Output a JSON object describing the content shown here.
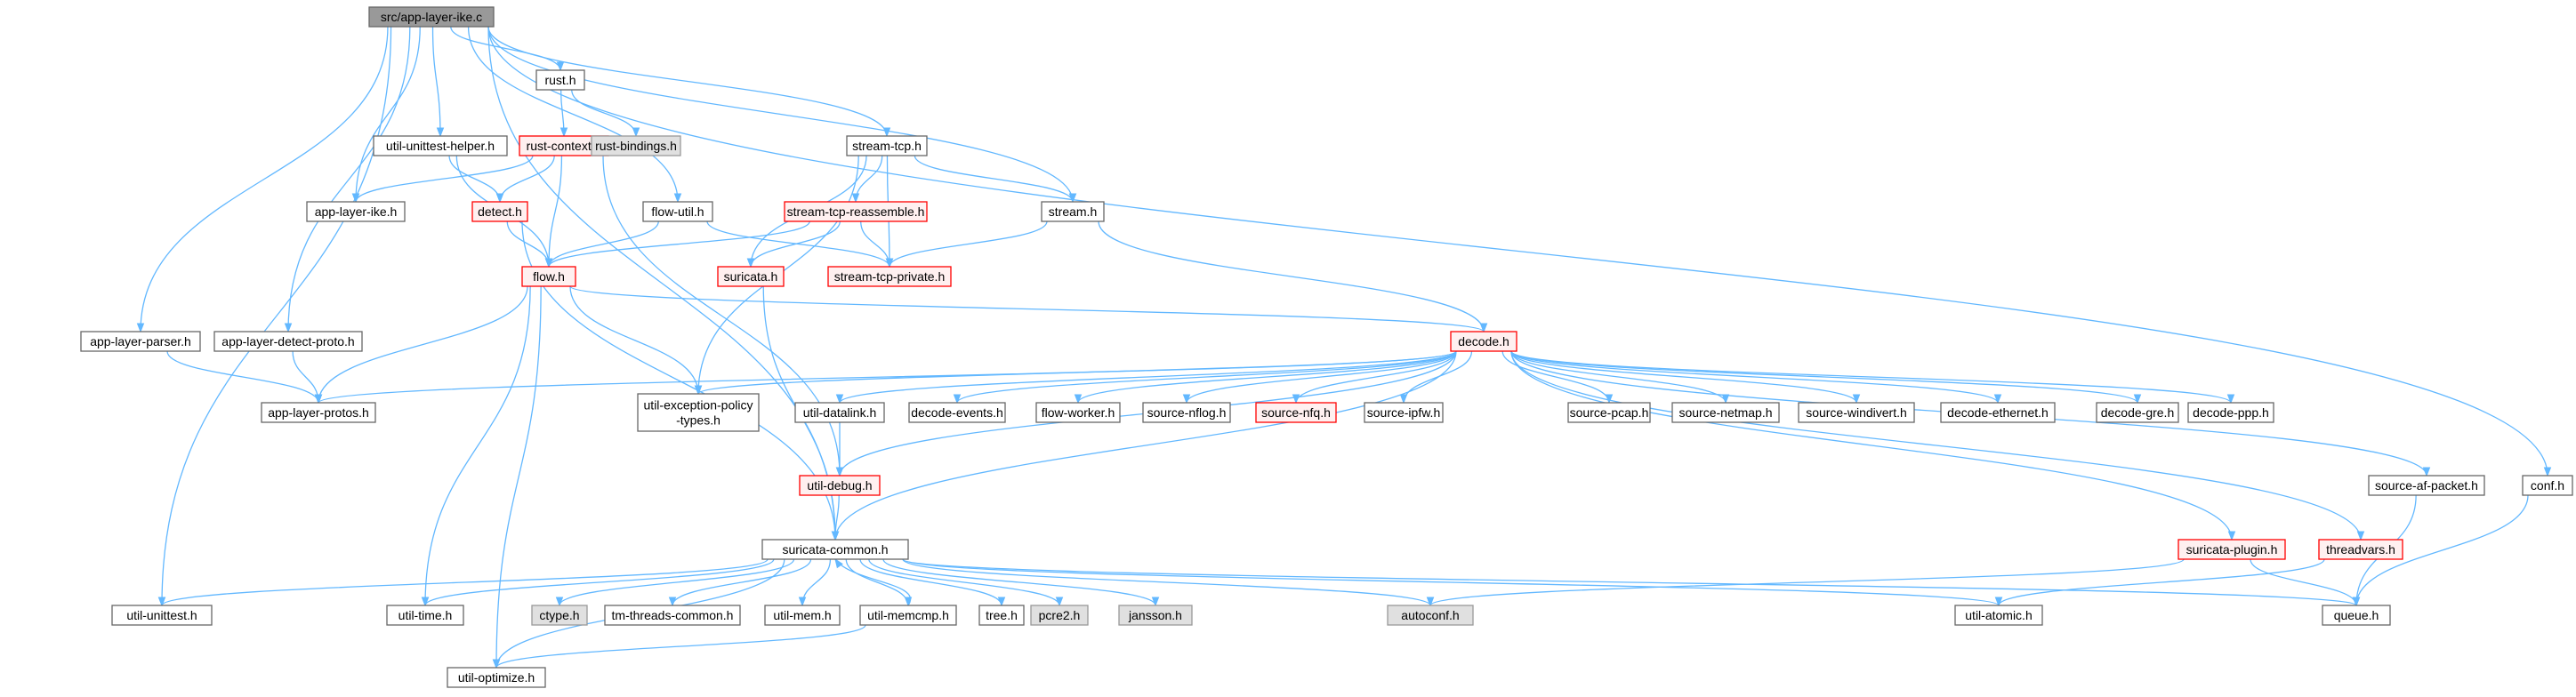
{
  "diagram": {
    "type": "include-dependency-graph",
    "colors": {
      "edge": "#63b8ff",
      "node_stroke": "#666666",
      "node_fill": "#ffffff",
      "root_fill": "#999999",
      "system_fill": "#e0e0e0",
      "highlight_stroke": "#ff0000",
      "highlight_fill": "#fff0f0"
    },
    "nodes": [
      {
        "id": "root",
        "label": "src/app-layer-ike.c",
        "kind": "root"
      },
      {
        "id": "rust",
        "label": "rust.h",
        "kind": "normal"
      },
      {
        "id": "unittesthelper",
        "label": "util-unittest-helper.h",
        "kind": "normal"
      },
      {
        "id": "rustcontext",
        "label": "rust-context.h",
        "kind": "highlight"
      },
      {
        "id": "rustbindings",
        "label": "rust-bindings.h",
        "kind": "system"
      },
      {
        "id": "streamtcp",
        "label": "stream-tcp.h",
        "kind": "normal"
      },
      {
        "id": "applayerike",
        "label": "app-layer-ike.h",
        "kind": "normal"
      },
      {
        "id": "detect",
        "label": "detect.h",
        "kind": "highlight"
      },
      {
        "id": "flowutil",
        "label": "flow-util.h",
        "kind": "normal"
      },
      {
        "id": "stcpreasm",
        "label": "stream-tcp-reassemble.h",
        "kind": "highlight"
      },
      {
        "id": "stream",
        "label": "stream.h",
        "kind": "normal"
      },
      {
        "id": "flow",
        "label": "flow.h",
        "kind": "highlight"
      },
      {
        "id": "suricata",
        "label": "suricata.h",
        "kind": "highlight"
      },
      {
        "id": "stcpprivate",
        "label": "stream-tcp-private.h",
        "kind": "highlight"
      },
      {
        "id": "applayerparser",
        "label": "app-layer-parser.h",
        "kind": "normal"
      },
      {
        "id": "applayerdetect",
        "label": "app-layer-detect-proto.h",
        "kind": "normal"
      },
      {
        "id": "decode",
        "label": "decode.h",
        "kind": "highlight"
      },
      {
        "id": "applayerprotos",
        "label": "app-layer-protos.h",
        "kind": "normal"
      },
      {
        "id": "utilexception",
        "label": [
          "util-exception-policy",
          "-types.h"
        ],
        "kind": "normal"
      },
      {
        "id": "utildatalink",
        "label": "util-datalink.h",
        "kind": "normal"
      },
      {
        "id": "decodeevents",
        "label": "decode-events.h",
        "kind": "normal"
      },
      {
        "id": "flowworker",
        "label": "flow-worker.h",
        "kind": "normal"
      },
      {
        "id": "sourcenflog",
        "label": "source-nflog.h",
        "kind": "normal"
      },
      {
        "id": "sourcenfq",
        "label": "source-nfq.h",
        "kind": "highlight"
      },
      {
        "id": "sourceipfw",
        "label": "source-ipfw.h",
        "kind": "normal"
      },
      {
        "id": "sourcepcap",
        "label": "source-pcap.h",
        "kind": "normal"
      },
      {
        "id": "sourcenetmap",
        "label": "source-netmap.h",
        "kind": "normal"
      },
      {
        "id": "sourcewindivert",
        "label": "source-windivert.h",
        "kind": "normal"
      },
      {
        "id": "decodeethernet",
        "label": "decode-ethernet.h",
        "kind": "normal"
      },
      {
        "id": "decodegre",
        "label": "decode-gre.h",
        "kind": "normal"
      },
      {
        "id": "decodeppp",
        "label": "decode-ppp.h",
        "kind": "normal"
      },
      {
        "id": "sourceafpacket",
        "label": "source-af-packet.h",
        "kind": "normal"
      },
      {
        "id": "conf",
        "label": "conf.h",
        "kind": "normal"
      },
      {
        "id": "utildebug",
        "label": "util-debug.h",
        "kind": "highlight"
      },
      {
        "id": "suricatacommon",
        "label": "suricata-common.h",
        "kind": "normal"
      },
      {
        "id": "suricataplugin",
        "label": "suricata-plugin.h",
        "kind": "highlight"
      },
      {
        "id": "threadvars",
        "label": "threadvars.h",
        "kind": "highlight"
      },
      {
        "id": "utilunittest",
        "label": "util-unittest.h",
        "kind": "normal"
      },
      {
        "id": "utiltime",
        "label": "util-time.h",
        "kind": "normal"
      },
      {
        "id": "ctype",
        "label": "ctype.h",
        "kind": "system"
      },
      {
        "id": "tmthreads",
        "label": "tm-threads-common.h",
        "kind": "normal"
      },
      {
        "id": "utilmem",
        "label": "util-mem.h",
        "kind": "normal"
      },
      {
        "id": "utilmemcmp",
        "label": "util-memcmp.h",
        "kind": "normal"
      },
      {
        "id": "tree",
        "label": "tree.h",
        "kind": "normal"
      },
      {
        "id": "pcre2",
        "label": "pcre2.h",
        "kind": "system"
      },
      {
        "id": "jansson",
        "label": "jansson.h",
        "kind": "system"
      },
      {
        "id": "autoconf",
        "label": "autoconf.h",
        "kind": "system"
      },
      {
        "id": "utilatomic",
        "label": "util-atomic.h",
        "kind": "normal"
      },
      {
        "id": "queue",
        "label": "queue.h",
        "kind": "normal"
      },
      {
        "id": "utiloptimize",
        "label": "util-optimize.h",
        "kind": "normal"
      }
    ],
    "edges": [
      [
        "root",
        "rust"
      ],
      [
        "root",
        "unittesthelper"
      ],
      [
        "root",
        "applayerike"
      ],
      [
        "root",
        "flowutil"
      ],
      [
        "root",
        "streamtcp"
      ],
      [
        "root",
        "stream"
      ],
      [
        "root",
        "applayerparser"
      ],
      [
        "root",
        "applayerdetect"
      ],
      [
        "root",
        "suricatacommon"
      ],
      [
        "root",
        "utilunittest"
      ],
      [
        "root",
        "conf"
      ],
      [
        "rust",
        "rustcontext"
      ],
      [
        "rust",
        "rustbindings"
      ],
      [
        "rustcontext",
        "applayerike"
      ],
      [
        "rustcontext",
        "detect"
      ],
      [
        "rustcontext",
        "flow"
      ],
      [
        "rustcontext",
        "utildebug"
      ],
      [
        "unittesthelper",
        "detect"
      ],
      [
        "unittesthelper",
        "flow"
      ],
      [
        "detect",
        "flow"
      ],
      [
        "detect",
        "suricatacommon"
      ],
      [
        "flowutil",
        "flow"
      ],
      [
        "flowutil",
        "stcpprivate"
      ],
      [
        "streamtcp",
        "stcpreasm"
      ],
      [
        "streamtcp",
        "suricata"
      ],
      [
        "streamtcp",
        "stcpprivate"
      ],
      [
        "streamtcp",
        "stream"
      ],
      [
        "streamtcp",
        "utilexception"
      ],
      [
        "stcpreasm",
        "flow"
      ],
      [
        "stcpreasm",
        "suricata"
      ],
      [
        "stcpreasm",
        "stcpprivate"
      ],
      [
        "stream",
        "stcpprivate"
      ],
      [
        "stream",
        "decode"
      ],
      [
        "suricata",
        "suricatacommon"
      ],
      [
        "flow",
        "applayerprotos"
      ],
      [
        "flow",
        "utilexception"
      ],
      [
        "flow",
        "decode"
      ],
      [
        "flow",
        "utiltime"
      ],
      [
        "flow",
        "utiloptimize"
      ],
      [
        "applayerparser",
        "applayerprotos"
      ],
      [
        "applayerdetect",
        "applayerprotos"
      ],
      [
        "decode",
        "applayerprotos"
      ],
      [
        "decode",
        "utilexception"
      ],
      [
        "decode",
        "utildatalink"
      ],
      [
        "decode",
        "decodeevents"
      ],
      [
        "decode",
        "flowworker"
      ],
      [
        "decode",
        "sourcenflog"
      ],
      [
        "decode",
        "sourcenfq"
      ],
      [
        "decode",
        "sourceipfw"
      ],
      [
        "decode",
        "sourcepcap"
      ],
      [
        "decode",
        "sourcenetmap"
      ],
      [
        "decode",
        "sourcewindivert"
      ],
      [
        "decode",
        "decodeethernet"
      ],
      [
        "decode",
        "decodegre"
      ],
      [
        "decode",
        "decodeppp"
      ],
      [
        "decode",
        "sourceafpacket"
      ],
      [
        "decode",
        "suricataplugin"
      ],
      [
        "decode",
        "threadvars"
      ],
      [
        "decode",
        "utildebug"
      ],
      [
        "decode",
        "suricatacommon"
      ],
      [
        "utildatalink",
        "utildebug"
      ],
      [
        "utildebug",
        "suricatacommon"
      ],
      [
        "suricatacommon",
        "utilunittest"
      ],
      [
        "suricatacommon",
        "utiltime"
      ],
      [
        "suricatacommon",
        "ctype"
      ],
      [
        "suricatacommon",
        "tmthreads"
      ],
      [
        "suricatacommon",
        "utilmem"
      ],
      [
        "suricatacommon",
        "utilmemcmp"
      ],
      [
        "suricatacommon",
        "tree"
      ],
      [
        "suricatacommon",
        "pcre2"
      ],
      [
        "suricatacommon",
        "jansson"
      ],
      [
        "suricatacommon",
        "autoconf"
      ],
      [
        "suricatacommon",
        "utilatomic"
      ],
      [
        "suricatacommon",
        "queue"
      ],
      [
        "suricatacommon",
        "utiloptimize"
      ],
      [
        "utilmemcmp",
        "suricatacommon"
      ],
      [
        "utilmemcmp",
        "utiloptimize"
      ],
      [
        "suricataplugin",
        "autoconf"
      ],
      [
        "suricataplugin",
        "queue"
      ],
      [
        "threadvars",
        "utilatomic"
      ],
      [
        "sourceafpacket",
        "queue"
      ],
      [
        "conf",
        "queue"
      ]
    ]
  }
}
